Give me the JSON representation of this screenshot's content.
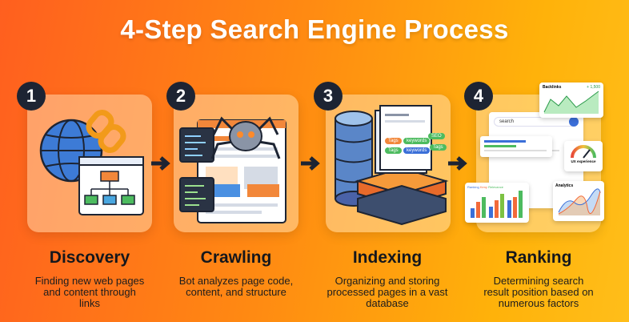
{
  "title": "4-Step Search Engine Process",
  "steps": [
    {
      "number": "1",
      "title": "Discovery",
      "description": "Finding new web pages and content through links"
    },
    {
      "number": "2",
      "title": "Crawling",
      "description": "Bot analyzes page code, content, and structure"
    },
    {
      "number": "3",
      "title": "Indexing",
      "description": "Organizing and storing processed pages in a vast database"
    },
    {
      "number": "4",
      "title": "Ranking",
      "description": "Determining search result position based on numerous factors"
    }
  ],
  "indexing_tags": [
    "Tags",
    "keywords",
    "Tags",
    "keywords",
    "SEO",
    "Tags"
  ],
  "ranking": {
    "search_text": "search",
    "backlinks_label": "Backlinks",
    "backlinks_value": "+ 1,500",
    "ux_label": "UX experience",
    "legend": [
      "Ranking",
      "Keny",
      "Relevance"
    ],
    "analytics_label": "Analytics"
  },
  "colors": {
    "badge": "#1d2433",
    "blue": "#3b6fd8",
    "green": "#4dbb5f",
    "orange": "#f26a3a"
  }
}
